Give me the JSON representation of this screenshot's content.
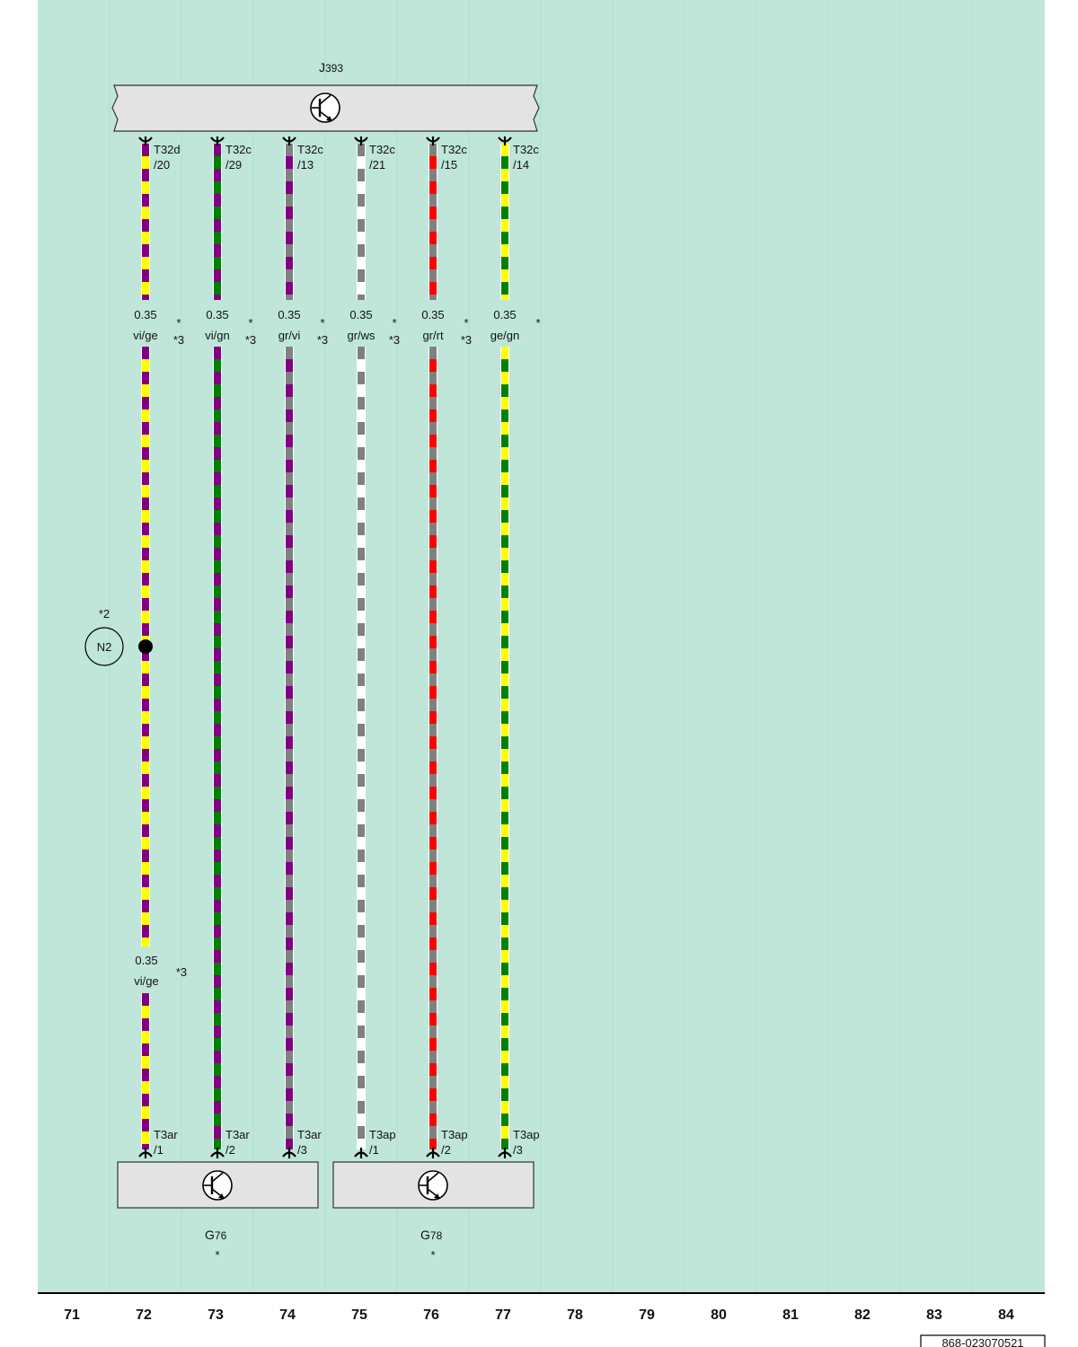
{
  "colors": {
    "background": "#bfe6d9",
    "component_fill": "#e3e3e3",
    "vi": "#800080",
    "ge": "#ffff00",
    "gn": "#008000",
    "gr": "#808080",
    "ws": "#ffffff",
    "rt": "#ff0000"
  },
  "icons": {
    "transistor": "transistor-icon",
    "terminal": "terminal-fork-icon",
    "splice": "splice-dot-icon"
  },
  "components": {
    "j393": {
      "letter": "J",
      "number": "393"
    },
    "g76": {
      "letter": "G",
      "number": "76",
      "note": "*"
    },
    "g78": {
      "letter": "G",
      "number": "78",
      "note": "*"
    }
  },
  "wires": [
    {
      "top_pin_a": "T32d",
      "top_pin_b": "/20",
      "size": "0.35",
      "color_code": "vi/ge",
      "star": "*",
      "note": "*3",
      "bottom_pin_a": "T3ar",
      "bottom_pin_b": "/1",
      "colors": [
        "vi",
        "ge"
      ]
    },
    {
      "top_pin_a": "T32c",
      "top_pin_b": "/29",
      "size": "0.35",
      "color_code": "vi/gn",
      "star": "*",
      "note": "*3",
      "bottom_pin_a": "T3ar",
      "bottom_pin_b": "/2",
      "colors": [
        "vi",
        "gn"
      ]
    },
    {
      "top_pin_a": "T32c",
      "top_pin_b": "/13",
      "size": "0.35",
      "color_code": "gr/vi",
      "star": "*",
      "note": "*3",
      "bottom_pin_a": "T3ar",
      "bottom_pin_b": "/3",
      "colors": [
        "gr",
        "vi"
      ]
    },
    {
      "top_pin_a": "T32c",
      "top_pin_b": "/21",
      "size": "0.35",
      "color_code": "gr/ws",
      "star": "*",
      "note": "*3",
      "bottom_pin_a": "T3ap",
      "bottom_pin_b": "/1",
      "colors": [
        "gr",
        "ws"
      ]
    },
    {
      "top_pin_a": "T32c",
      "top_pin_b": "/15",
      "size": "0.35",
      "color_code": "gr/rt",
      "star": "*",
      "note": "*3",
      "bottom_pin_a": "T3ap",
      "bottom_pin_b": "/2",
      "colors": [
        "gr",
        "rt"
      ]
    },
    {
      "top_pin_a": "T32c",
      "top_pin_b": "/14",
      "size": "0.35",
      "color_code": "ge/gn",
      "star": "*",
      "note": "",
      "bottom_pin_a": "T3ap",
      "bottom_pin_b": "/3",
      "colors": [
        "ge",
        "gn"
      ]
    }
  ],
  "extra_label": {
    "size": "0.35",
    "color_code": "vi/ge",
    "note": "*3"
  },
  "splice": {
    "name": "N2",
    "note": "*2"
  },
  "columns": [
    "71",
    "72",
    "73",
    "74",
    "75",
    "76",
    "77",
    "78",
    "79",
    "80",
    "81",
    "82",
    "83",
    "84"
  ],
  "doc_id": "868-023070521"
}
